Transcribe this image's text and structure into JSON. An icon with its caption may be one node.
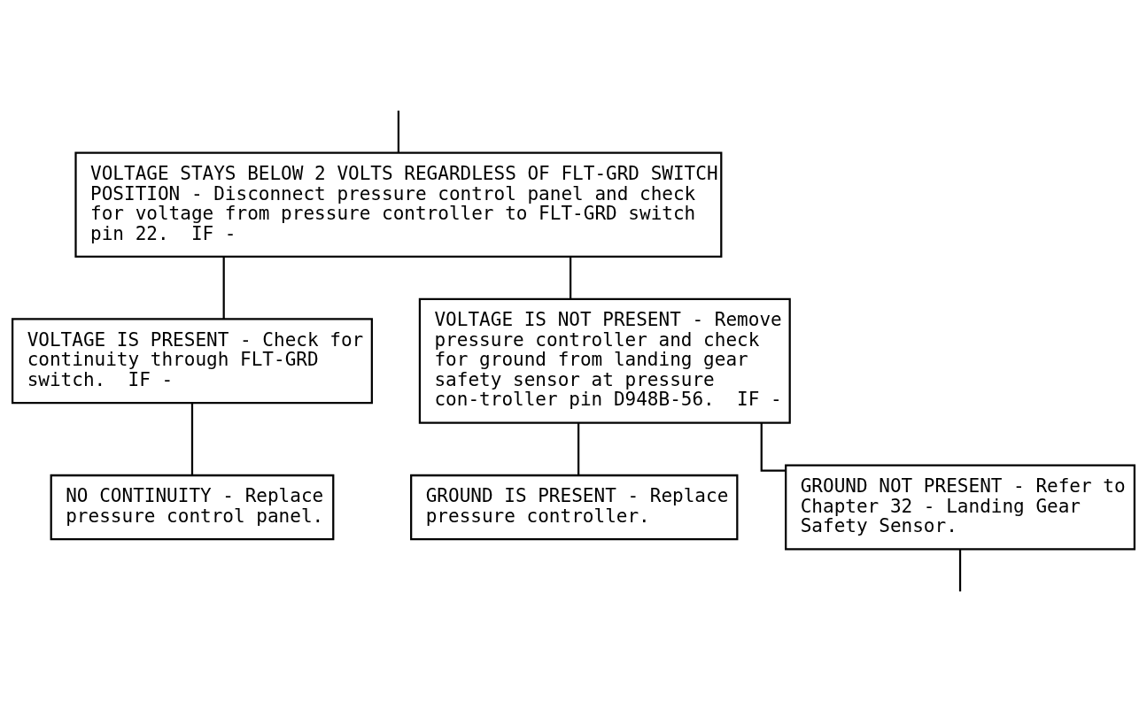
{
  "diagram": {
    "nodes": [
      {
        "text": [
          "VOLTAGE STAYS BELOW 2 VOLTS REGARDLESS OF FLT-GRD SWITCH POSITION - Disconnect pressure control panel and check for voltage from pressure controller to FLT-GRD switch pin 22.  IF -"
        ]
      },
      {
        "text": [
          "VOLTAGE IS PRESENT - Check for continuity through FLT-GRD switch.  IF -"
        ]
      },
      {
        "text": [
          "VOLTAGE IS NOT PRESENT - Remove pressure controller and check for ground from landing gear safety sensor at pressure con-troller pin D948B-56.  IF -"
        ]
      },
      {
        "text": [
          "NO CONTINUITY - Replace pressure control panel."
        ]
      },
      {
        "text": [
          "GROUND IS PRESENT - Replace pressure controller."
        ]
      },
      {
        "text": [
          "GROUND NOT PRESENT - Refer to Chapter 32 - Landing Gear Safety Sensor."
        ]
      }
    ],
    "edges": [
      {
        "from": null,
        "to": 0,
        "arrow": "none"
      },
      {
        "from": 0,
        "to": 1,
        "arrow": "none"
      },
      {
        "from": 0,
        "to": 2,
        "arrow": "none"
      },
      {
        "from": 1,
        "to": 3,
        "arrow": "none"
      },
      {
        "from": 2,
        "to": 4,
        "arrow": "none"
      },
      {
        "from": 2,
        "to": 5,
        "arrow": "none"
      },
      {
        "from": 5,
        "to": null,
        "arrow": "none"
      }
    ]
  }
}
